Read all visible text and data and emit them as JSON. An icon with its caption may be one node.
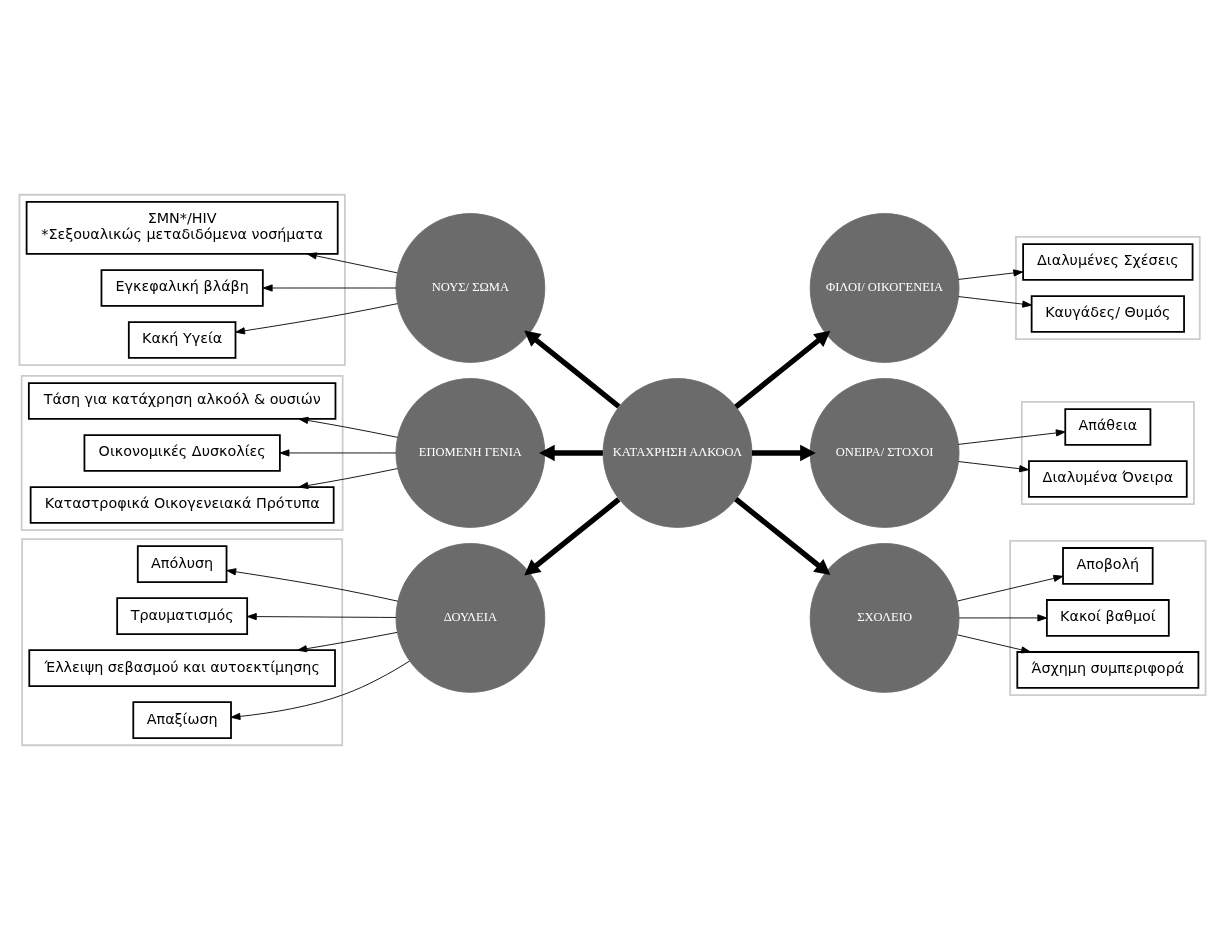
{
  "diagram": {
    "nodes": [
      {
        "text": [],
        "shape": "box"
      },
      {
        "text": [
          "ΣΜΝ*/HIV",
          "*Σεξουαλικώς μεταδιδόμενα νοσήματα"
        ],
        "in": 0
      },
      {
        "text": [
          "Εγκεφαλική βλάβη"
        ],
        "in": 0
      },
      {
        "text": [
          "Κακή Υγεία"
        ],
        "in": 0
      },
      {
        "text": [],
        "shape": "box"
      },
      {
        "text": [
          "Τάση για κατάχρηση αλκοόλ & ουσιών"
        ],
        "in": 4
      },
      {
        "text": [
          "Οικονομικές Δυσκολίες"
        ],
        "in": 4
      },
      {
        "text": [
          "Καταστροφικά Οικογενειακά Πρότυπα"
        ],
        "in": 4
      },
      {
        "text": [
          "ΕΠΟΜΕΝΗ ΓΕΝΙΑ"
        ]
      },
      {
        "text": [],
        "shape": "box"
      },
      {
        "text": [
          "Διαλυμένες Σχέσεις"
        ],
        "in": 9
      },
      {
        "text": [
          "Καυγάδες/ Θυμός"
        ],
        "in": 9
      },
      {
        "text": [
          "ΝΟΥΣ/ ΣΩΜΑ"
        ]
      },
      {
        "text": [
          "ΦΙΛΟΙ/ ΟΙΚΟΓΕΝΕΙΑ"
        ]
      },
      {
        "text": [],
        "shape": "box"
      },
      {
        "text": [
          "Απόλυση"
        ],
        "in": 14
      },
      {
        "text": [
          "Τραυματισμός"
        ],
        "in": 14
      },
      {
        "text": [
          "Έλλειψη σεβασμού και αυτοεκτίμησης"
        ],
        "in": 14
      },
      {
        "text": [
          "Απαξίωση"
        ],
        "in": 14
      },
      {
        "text": [
          "ΚΑΤΑΧΡΗΣΗ ΑΛΚΟΟΛ"
        ]
      },
      {
        "text": [
          "ΔΟΥΛΕΙΑ"
        ]
      },
      {
        "text": [
          "ΟΝΕΙΡΑ/ ΣΤΟΧΟΙ"
        ]
      },
      {
        "text": [],
        "shape": "box"
      },
      {
        "text": [
          "Απάθεια"
        ],
        "in": 22
      },
      {
        "text": [
          "Διαλυμένα Όνειρα"
        ],
        "in": 22
      },
      {
        "text": [
          "ΣΧΟΛΕΙΟ"
        ]
      },
      {
        "text": [],
        "shape": "box"
      },
      {
        "text": [
          "Αποβολή"
        ],
        "in": 26
      },
      {
        "text": [
          "Κακοί βαθμοί"
        ],
        "in": 26
      },
      {
        "text": [
          "Άσχημη συμπεριφορά"
        ],
        "in": 26
      }
    ],
    "edges": [
      {
        "from": 19,
        "to": 8,
        "arrow": "to",
        "style": "thick"
      },
      {
        "from": 19,
        "to": 12,
        "arrow": "to",
        "style": "thick"
      },
      {
        "from": 19,
        "to": 13,
        "arrow": "to",
        "style": "thick"
      },
      {
        "from": 19,
        "to": 20,
        "arrow": "to",
        "style": "thick"
      },
      {
        "from": 19,
        "to": 21,
        "arrow": "to",
        "style": "thick"
      },
      {
        "from": 19,
        "to": 25,
        "arrow": "to",
        "style": "thick"
      },
      {
        "from": 12,
        "to": 1,
        "arrow": "to"
      },
      {
        "from": 12,
        "to": 2,
        "arrow": "to"
      },
      {
        "from": 12,
        "to": 3,
        "arrow": "to"
      },
      {
        "from": 8,
        "to": 5,
        "arrow": "to"
      },
      {
        "from": 8,
        "to": 6,
        "arrow": "to"
      },
      {
        "from": 8,
        "to": 7,
        "arrow": "to"
      },
      {
        "from": 13,
        "to": 10,
        "arrow": "to"
      },
      {
        "from": 13,
        "to": 11,
        "arrow": "to"
      },
      {
        "from": 20,
        "to": 15,
        "arrow": "to"
      },
      {
        "from": 20,
        "to": 16,
        "arrow": "to"
      },
      {
        "from": 20,
        "to": 17,
        "arrow": "to"
      },
      {
        "from": 20,
        "to": 18,
        "arrow": "to"
      },
      {
        "from": 21,
        "to": 23,
        "arrow": "to"
      },
      {
        "from": 21,
        "to": 24,
        "arrow": "to"
      },
      {
        "from": 25,
        "to": 27,
        "arrow": "to"
      },
      {
        "from": 25,
        "to": 28,
        "arrow": "to"
      },
      {
        "from": 25,
        "to": 29,
        "arrow": "to"
      }
    ]
  }
}
